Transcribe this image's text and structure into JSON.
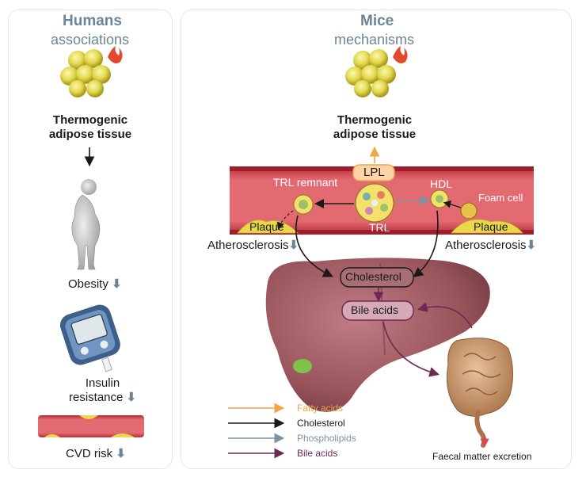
{
  "humans": {
    "title": "Humans",
    "subtitle": "associations",
    "thermo_line1": "Thermogenic",
    "thermo_line2": "adipose tissue",
    "obesity": "Obesity",
    "insulin_line1": "Insulin",
    "insulin_line2": "resistance",
    "cvd": "CVD risk"
  },
  "mice": {
    "title": "Mice",
    "subtitle": "mechanisms",
    "thermo_line1": "Thermogenic",
    "thermo_line2": "adipose tissue",
    "lpl": "LPL",
    "trl_remnant": "TRL remnant",
    "hdl": "HDL",
    "foam_cell": "Foam cell",
    "trl": "TRL",
    "plaque_left": "Plaque",
    "plaque_right": "Plaque",
    "athero_left": "Atherosclerosis",
    "athero_right": "Atherosclerosis",
    "cholesterol": "Cholesterol",
    "bile_acids": "Bile acids",
    "faecal": "Faecal matter excretion"
  },
  "legend": [
    {
      "label": "Fatty acids",
      "color": "#f0a548"
    },
    {
      "label": "Cholesterol",
      "color": "#1a1a1a"
    },
    {
      "label": "Phospholipids",
      "color": "#7b93a3"
    },
    {
      "label": "Bile acids",
      "color": "#6a2a55"
    }
  ],
  "colors": {
    "accent": "#6b8597",
    "fatty_acids": "#f0a548",
    "bile_acids": "#6a2a55",
    "vessel": "#d9464f",
    "plaque": "#e8d84a"
  }
}
